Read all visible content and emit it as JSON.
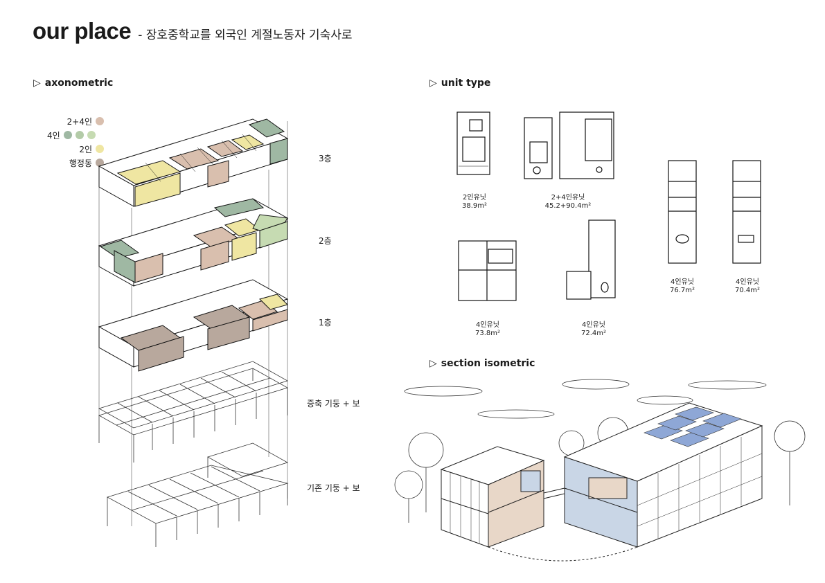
{
  "header": {
    "title": "our place",
    "subtitle": "- 장호중학교를 외국인 계절노동자 기숙사로"
  },
  "sections": {
    "axonometric": "axonometric",
    "unit_type": "unit type",
    "section_isometric": "section isometric"
  },
  "legend": [
    {
      "label": "2+4인",
      "colors": [
        "#d9bfae"
      ]
    },
    {
      "label": "4인",
      "colors": [
        "#9fb8a3",
        "#b3cba8",
        "#c6dbb2"
      ]
    },
    {
      "label": "2인",
      "colors": [
        "#efe6a2"
      ]
    },
    {
      "label": "행정동",
      "colors": [
        "#b8a89d"
      ]
    }
  ],
  "floors": [
    "3층",
    "2층",
    "1층",
    "증축 기둥 + 보",
    "기존 기둥 + 보"
  ],
  "units": [
    {
      "name": "2인유닛",
      "area": "38.9m²"
    },
    {
      "name": "2+4인유닛",
      "area": "45.2+90.4m²"
    },
    {
      "name": "4인유닛",
      "area": "73.8m²"
    },
    {
      "name": "4인유닛",
      "area": "72.4m²"
    },
    {
      "name": "4인유닛",
      "area": "76.7m²"
    },
    {
      "name": "4인유닛",
      "area": "70.4m²"
    }
  ],
  "colors": {
    "two_four": "#d9bfae",
    "four_a": "#9fb8a3",
    "four_b": "#b3cba8",
    "four_c": "#c6dbb2",
    "two": "#efe6a2",
    "admin": "#b8a89d",
    "glass": "#c9d6e6",
    "solar": "#8ea7d6"
  }
}
